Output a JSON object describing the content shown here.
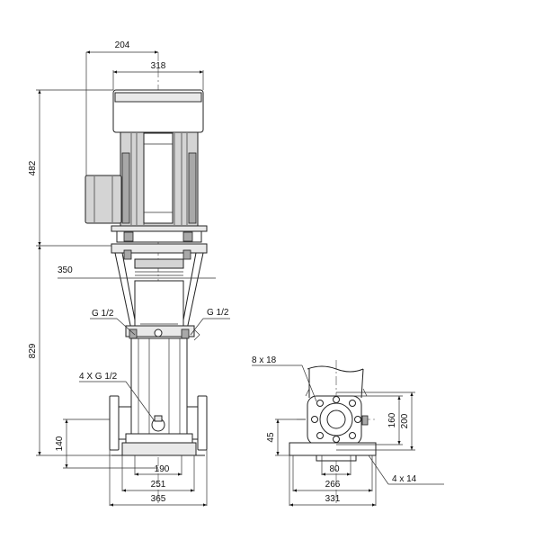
{
  "front_view": {
    "dim_top": "204",
    "dim_motor_width": "318",
    "dim_motor_height": "482",
    "dim_350": "350",
    "dim_pump_height": "829",
    "dim_140": "140",
    "dim_190": "190",
    "dim_251": "251",
    "dim_365": "365",
    "label_g_left": "G 1/2",
    "label_g_right": "G 1/2",
    "label_4xg": "4 X G 1/2"
  },
  "side_view": {
    "label_holes": "8 x 18",
    "dim_160": "160",
    "dim_200": "200",
    "dim_45": "45",
    "dim_80": "80",
    "dim_266": "266",
    "dim_331": "331",
    "label_foot_holes": "4 x 14"
  }
}
